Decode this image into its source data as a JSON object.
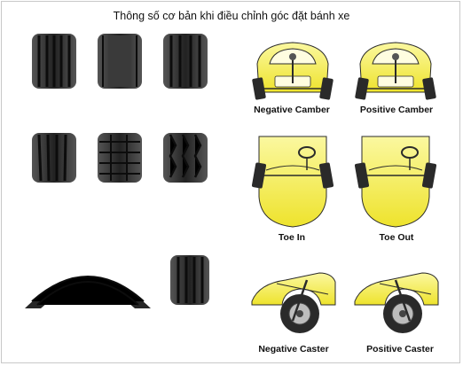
{
  "title": "Thông số cơ bản khi điều chỉnh góc đặt bánh xe",
  "tires": [
    {
      "name": "tire-wear-1"
    },
    {
      "name": "tire-wear-2"
    },
    {
      "name": "tire-wear-3"
    },
    {
      "name": "tire-wear-4"
    },
    {
      "name": "tire-wear-5"
    },
    {
      "name": "tire-wear-6"
    },
    {
      "name": "tire-side-wear"
    },
    {
      "name": "tire-wear-8"
    }
  ],
  "diagrams": [
    {
      "label": "Negative Camber"
    },
    {
      "label": "Positive Camber"
    },
    {
      "label": "Toe In"
    },
    {
      "label": "Toe Out"
    },
    {
      "label": "Negative Caster"
    },
    {
      "label": "Positive Caster"
    }
  ],
  "colors": {
    "car_body": "#f3ef4a",
    "car_outline": "#2b2b2b",
    "tire": "#2a2a2a",
    "tread": "#111111"
  }
}
